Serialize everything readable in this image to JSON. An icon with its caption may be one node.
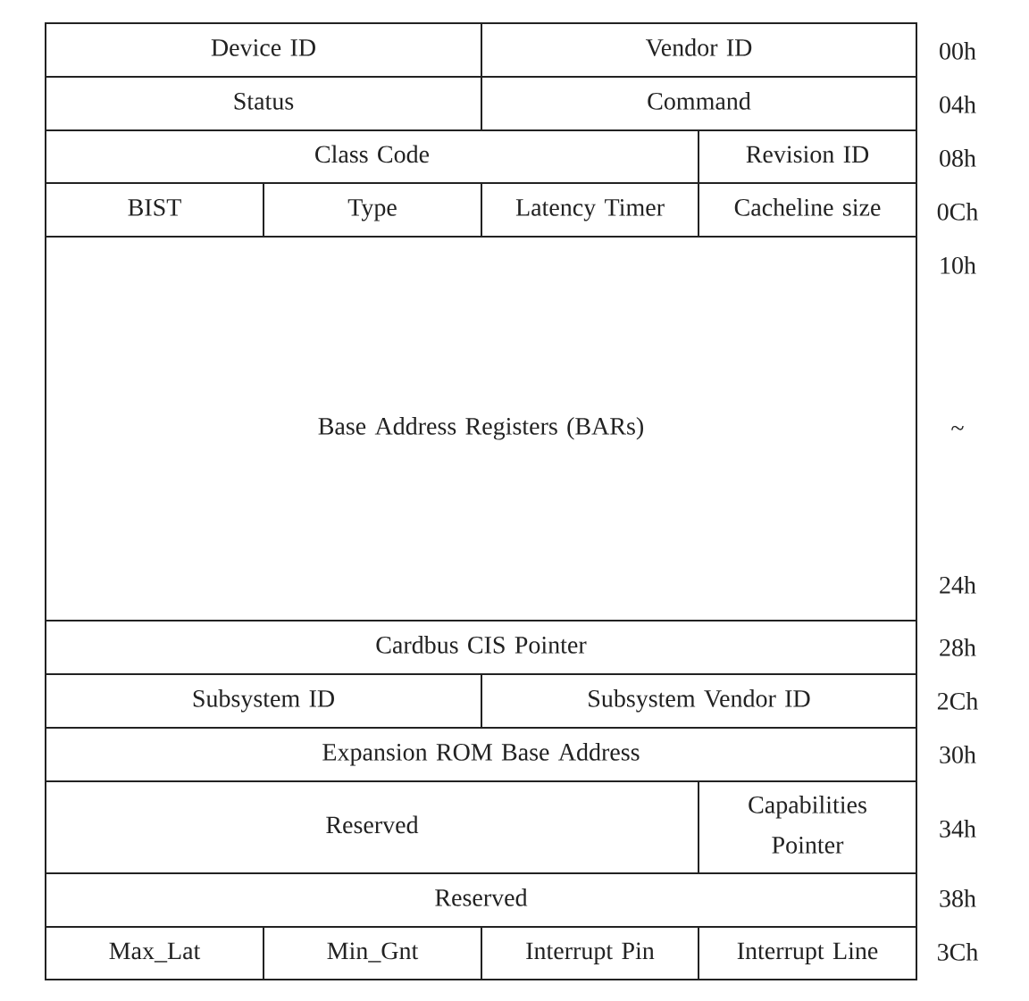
{
  "diagram": {
    "nodes": [
      {
        "text": [
          "Device ID"
        ]
      },
      {
        "text": [
          "Vendor ID"
        ]
      },
      {
        "text": [
          "Status"
        ]
      },
      {
        "text": [
          "Command"
        ]
      },
      {
        "text": [
          "Class Code"
        ]
      },
      {
        "text": [
          "Revision ID"
        ]
      },
      {
        "text": [
          "BIST"
        ]
      },
      {
        "text": [
          "Type"
        ]
      },
      {
        "text": [
          "Latency Timer"
        ]
      },
      {
        "text": [
          "Cacheline size"
        ]
      },
      {
        "text": [
          "Base Address Registers (BARs)"
        ]
      },
      {
        "text": [
          "Cardbus CIS Pointer"
        ]
      },
      {
        "text": [
          "Subsystem ID"
        ]
      },
      {
        "text": [
          "Subsystem Vendor ID"
        ]
      },
      {
        "text": [
          "Expansion ROM Base Address"
        ]
      },
      {
        "text": [
          "Reserved"
        ]
      },
      {
        "text": [
          "Capabilities Pointer"
        ]
      },
      {
        "text": [
          "Reserved"
        ]
      },
      {
        "text": [
          "Max_Lat"
        ]
      },
      {
        "text": [
          "Min_Gnt"
        ]
      },
      {
        "text": [
          "Interrupt Pin"
        ]
      },
      {
        "text": [
          "Interrupt Line"
        ]
      }
    ],
    "labels": [
      "00h",
      "04h",
      "08h",
      "0Ch",
      "10h",
      "~",
      "24h",
      "28h",
      "2Ch",
      "30h",
      "34h",
      "38h",
      "3Ch"
    ]
  }
}
